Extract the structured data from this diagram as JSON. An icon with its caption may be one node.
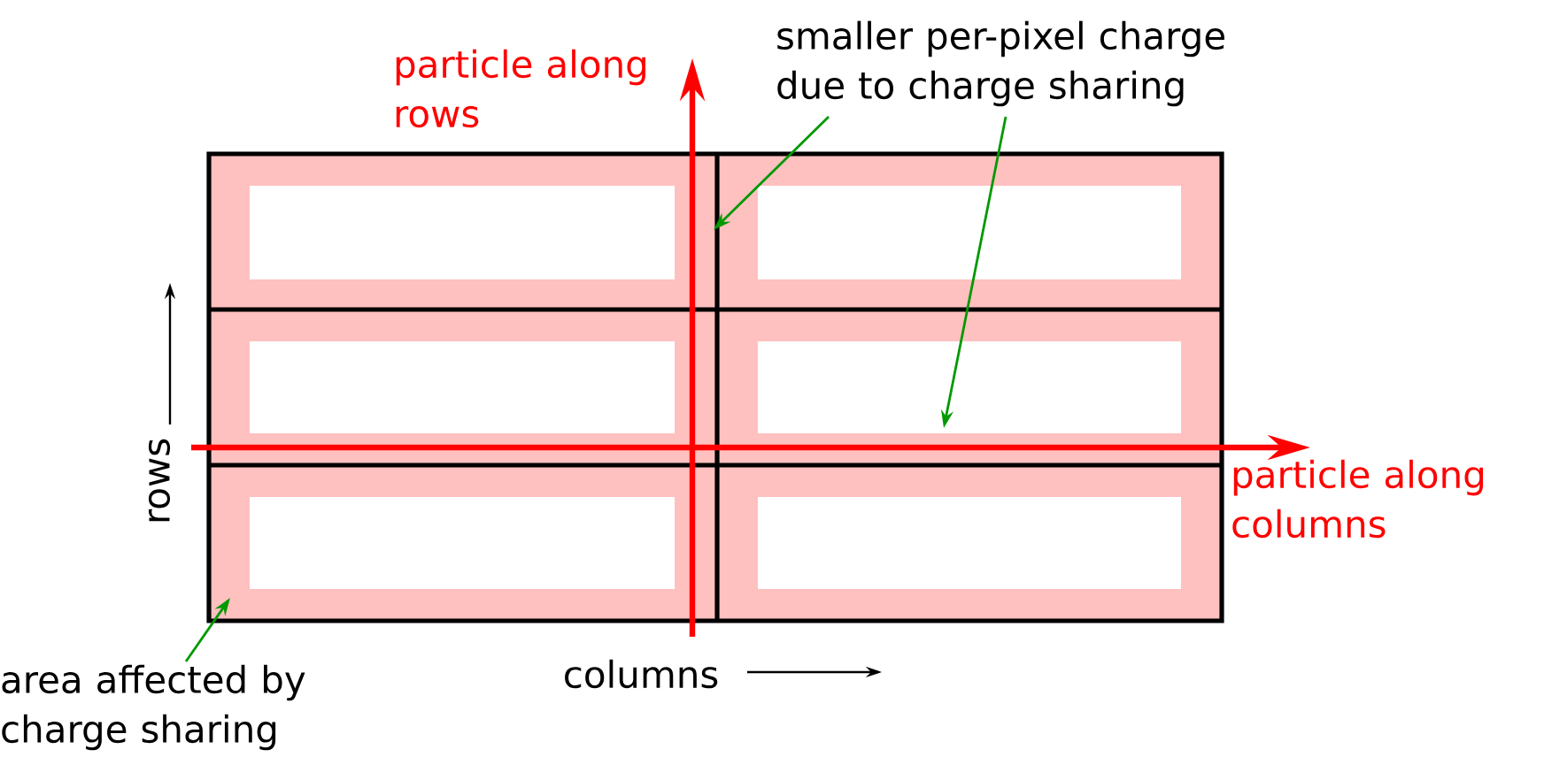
{
  "diagram": {
    "nodes": [
      {
        "text": [
          "particle along rows"
        ]
      },
      {
        "text": [
          "smaller per-pixel charge due to charge sharing"
        ]
      },
      {
        "text": [
          "particle along columns"
        ]
      },
      {
        "text": [
          "area affected by charge sharing"
        ]
      }
    ],
    "edges": [
      {
        "from": null,
        "to": 0,
        "arrow": "to",
        "style": "thick",
        "color": "#ff0000"
      },
      {
        "from": 1,
        "to": null,
        "arrow": "to"
      },
      {
        "from": 1,
        "to": null,
        "arrow": "to"
      },
      {
        "from": null,
        "to": 2,
        "arrow": "to",
        "style": "thick",
        "color": "#ff0000"
      },
      {
        "from": 3,
        "to": null,
        "arrow": "to"
      }
    ],
    "labels": [
      "rows",
      "columns"
    ]
  }
}
